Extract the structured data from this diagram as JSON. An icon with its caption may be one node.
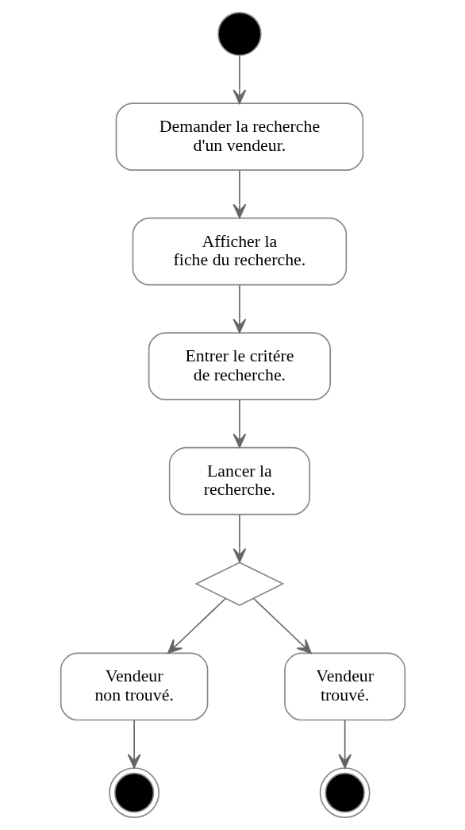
{
  "diagram": {
    "nodes": [
      {
        "text": [],
        "shape": "circle"
      },
      {
        "text": [
          "Demander la recherche d'un vendeur."
        ]
      },
      {
        "text": [
          "Afficher la fiche du recherche."
        ]
      },
      {
        "text": [
          "Entrer le critére de recherche."
        ]
      },
      {
        "text": [
          "Lancer la recherche."
        ]
      },
      {
        "text": [],
        "shape": "diamond"
      },
      {
        "text": [
          "Vendeur non trouvé."
        ]
      },
      {
        "text": [
          "Vendeur trouvé."
        ]
      },
      {
        "text": [],
        "shape": "bullseye"
      },
      {
        "text": [],
        "shape": "bullseye"
      }
    ],
    "edges": [
      {
        "from": 0,
        "to": 1,
        "arrow": "to"
      },
      {
        "from": 1,
        "to": 2,
        "arrow": "to"
      },
      {
        "from": 2,
        "to": 3,
        "arrow": "to"
      },
      {
        "from": 3,
        "to": 4,
        "arrow": "to"
      },
      {
        "from": 4,
        "to": 5,
        "arrow": "to"
      },
      {
        "from": 5,
        "to": 6,
        "arrow": "to"
      },
      {
        "from": 5,
        "to": 7,
        "arrow": "to"
      },
      {
        "from": 6,
        "to": 8,
        "arrow": "to"
      },
      {
        "from": 7,
        "to": 9,
        "arrow": "to"
      }
    ]
  }
}
